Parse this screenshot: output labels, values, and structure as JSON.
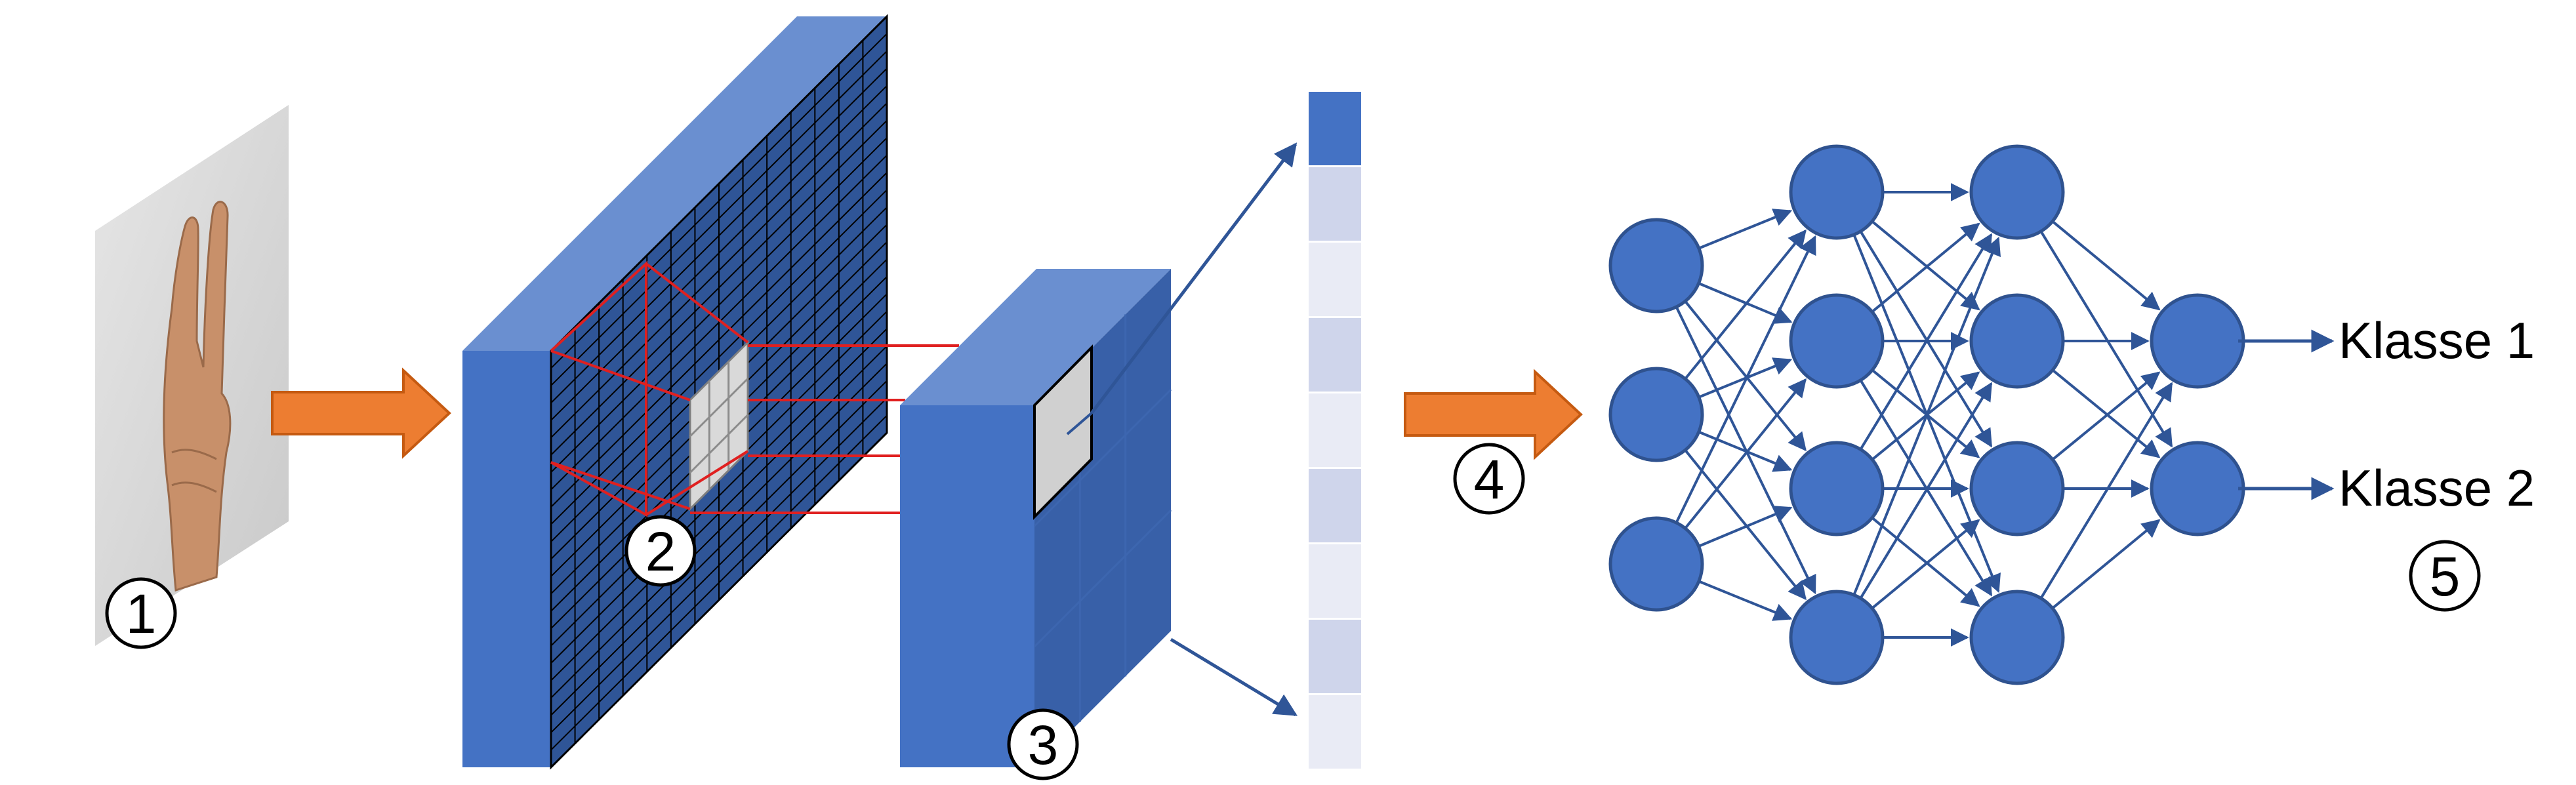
{
  "steps": [
    {
      "label": "1"
    },
    {
      "label": "2"
    },
    {
      "label": "3"
    },
    {
      "label": "4"
    },
    {
      "label": "5"
    }
  ],
  "classes": [
    {
      "label": "Klasse 1"
    },
    {
      "label": "Klasse 2"
    }
  ],
  "network": {
    "layers": [
      3,
      4,
      4,
      2
    ]
  },
  "colors": {
    "block_front": "#4472c4",
    "block_top": "#6a8fd0",
    "block_side": "#3860a8",
    "grid_face": "#2f5597",
    "arrow_orange": "#ed7d31",
    "arrow_orange_stroke": "#c55a11",
    "receptive_field": "#e02020",
    "node_fill": "#4472c4",
    "node_stroke": "#2f528f",
    "edge": "#2f5597",
    "vector_active": "#4472c4",
    "vector_mid": "#cfd5eb",
    "vector_light": "#e9ebf5"
  },
  "feature_vector": {
    "cells": [
      "active",
      "mid",
      "light",
      "mid",
      "light",
      "mid",
      "light",
      "mid",
      "light"
    ]
  }
}
